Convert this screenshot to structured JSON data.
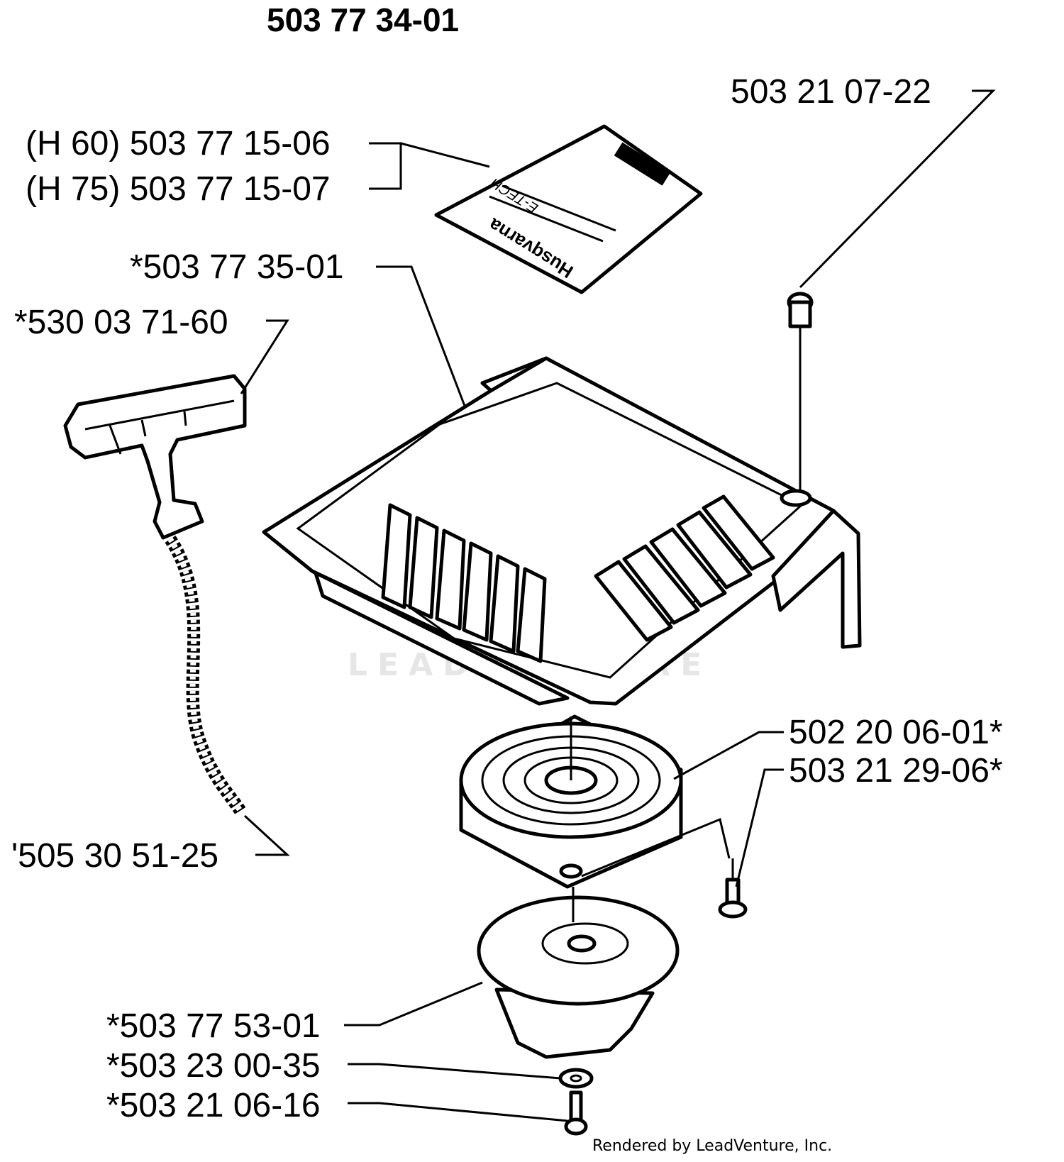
{
  "diagram": {
    "title": "503 77 34-01",
    "watermark": "LEADVENTURE",
    "credit": "Rendered by LeadVenture, Inc.",
    "decal_text": {
      "brand": "Husqvarna",
      "model": "E-TECH"
    },
    "parts": [
      {
        "id": "screw-top",
        "label": "503 21 07-22"
      },
      {
        "id": "decal-h60",
        "label": "(H 60) 503 77 15-06"
      },
      {
        "id": "decal-h75",
        "label": "(H 75) 503 77 15-07"
      },
      {
        "id": "cover",
        "label": "*503 77 35-01"
      },
      {
        "id": "handle",
        "label": "*530 03 71-60"
      },
      {
        "id": "rope",
        "label": "'505 30 51-25"
      },
      {
        "id": "spring",
        "label": "502 20 06-01*"
      },
      {
        "id": "spring-screw",
        "label": "503 21 29-06*"
      },
      {
        "id": "pulley",
        "label": "*503 77 53-01"
      },
      {
        "id": "washer",
        "label": "*503 23 00-35"
      },
      {
        "id": "center-screw",
        "label": "*503 21 06-16"
      }
    ]
  }
}
